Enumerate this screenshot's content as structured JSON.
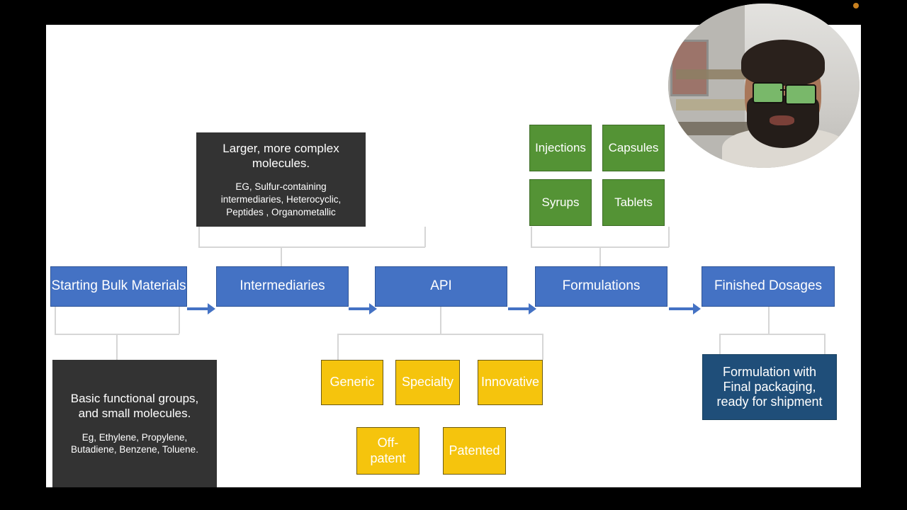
{
  "slide": {
    "flow": [
      {
        "id": "starting-bulk-materials",
        "label": "Starting Bulk Materials"
      },
      {
        "id": "intermediaries",
        "label": "Intermediaries"
      },
      {
        "id": "api",
        "label": "API"
      },
      {
        "id": "formulations",
        "label": "Formulations"
      },
      {
        "id": "finished-dosages",
        "label": "Finished Dosages"
      }
    ],
    "notes": {
      "intermediaries_note": {
        "title": "Larger, more complex molecules.",
        "subtitle": "EG, Sulfur-containing intermediaries, Heterocyclic, Peptides , Organometallic"
      },
      "starting_note": {
        "title": "Basic functional groups, and small molecules.",
        "subtitle": "Eg, Ethylene, Propylene, Butadiene, Benzene, Toluene."
      },
      "finished_note": {
        "text": "Formulation with Final packaging, ready for shipment"
      }
    },
    "dosage_forms": [
      {
        "id": "injections",
        "label": "Injections"
      },
      {
        "id": "capsules",
        "label": "Capsules"
      },
      {
        "id": "syrups",
        "label": "Syrups"
      },
      {
        "id": "tablets",
        "label": "Tablets"
      }
    ],
    "api_types": [
      {
        "id": "generic",
        "label": "Generic"
      },
      {
        "id": "specialty",
        "label": "Specialty"
      },
      {
        "id": "innovative",
        "label": "Innovative"
      },
      {
        "id": "off-patent",
        "label": "Off-patent"
      },
      {
        "id": "patented",
        "label": "Patented"
      }
    ],
    "colors": {
      "flow_blue": "#4472C4",
      "dosage_green": "#549335",
      "api_yellow": "#F5C40D",
      "note_navy": "#1F4E79",
      "note_dark": "#333333",
      "connector_gray": "#D6D6D6",
      "slide_background": "#FFFFFF",
      "letterbox": "#000000"
    }
  },
  "overlay": {
    "webcam": "presenter-video-circle",
    "recording_dot": "recording-indicator"
  }
}
